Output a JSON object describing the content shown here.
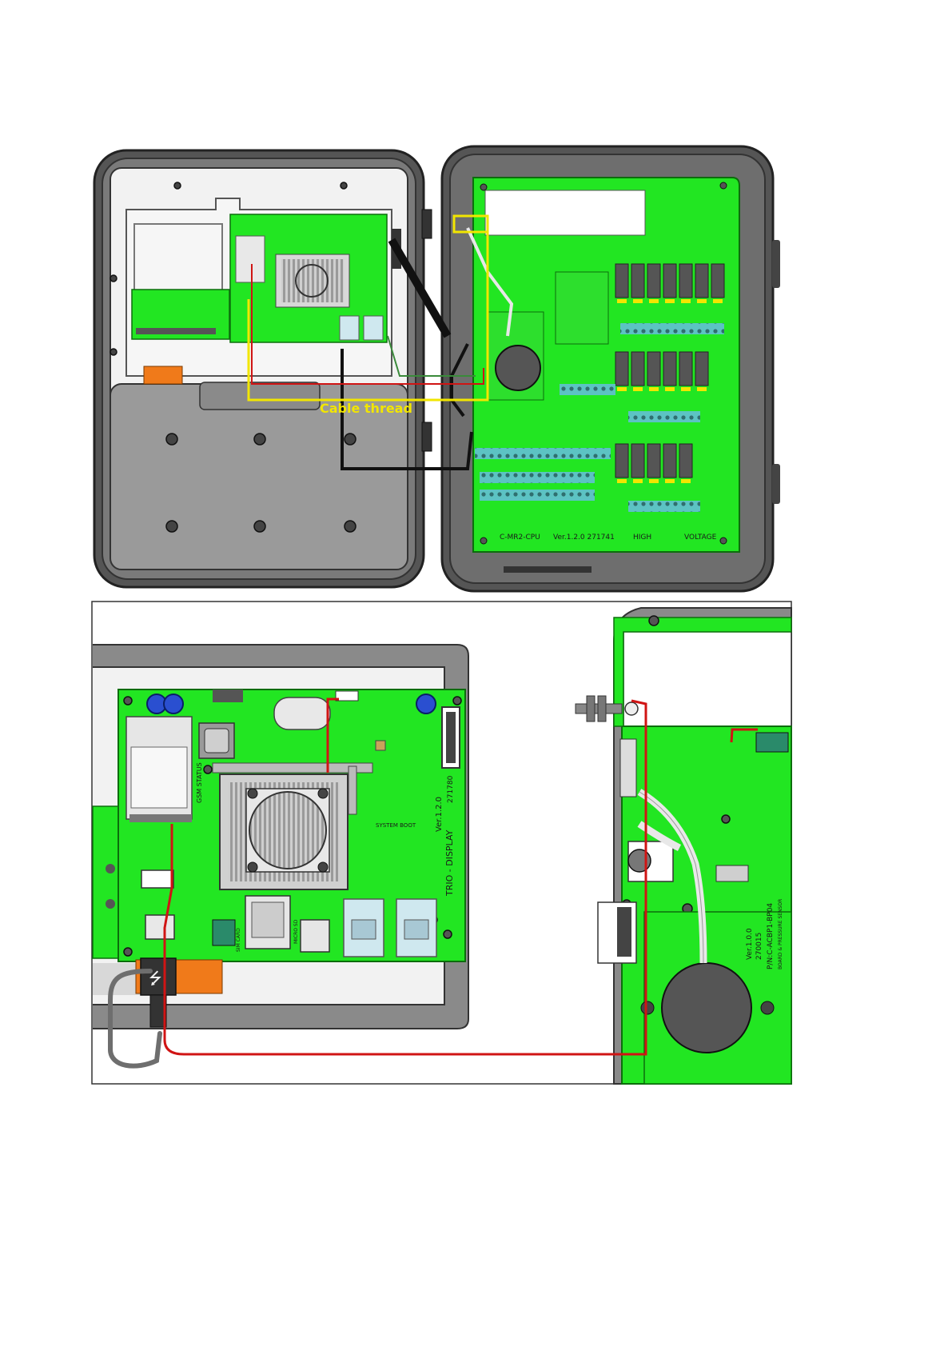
{
  "callout": {
    "label": "Cable thread",
    "color": "#f2e600"
  },
  "main_board": {
    "model": "C-MR2-CPU",
    "version": "Ver.1.2.0 271741",
    "label_high": "HIGH",
    "label_voltage": "VOLTAGE"
  },
  "display_board": {
    "name": "TRIO - DISPLAY",
    "version": "Ver.1.2.0",
    "code": "271780",
    "gsm_status": "GSM STATUS",
    "system_boot": "SYSTEM BOOT",
    "sim_card": "SIM CARD",
    "micro_sd": "MICRO SD"
  },
  "sensor_board": {
    "version": "Ver.1.0.0",
    "code": "270015",
    "part_number": "P/N:C-ACBP1-BP04",
    "description": "BOARD & PRESSURE SENSOR"
  },
  "colors": {
    "pcb": "#22e622",
    "pcb_dark": "#119911",
    "enclosure": "#4a4a4a",
    "cable_red": "#d01414",
    "cable_black": "#111111",
    "cable_white": "#e8e8e8",
    "usb_orange": "#f07a1a"
  }
}
